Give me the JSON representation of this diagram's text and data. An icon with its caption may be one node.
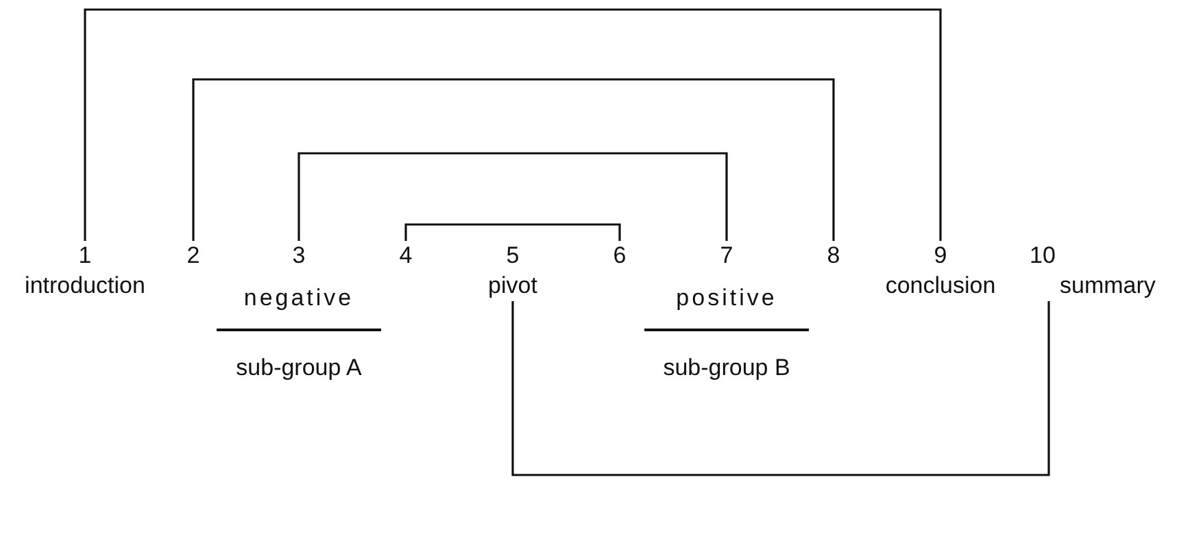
{
  "diagram": {
    "nodes": [
      {
        "text": [
          "1",
          "introduction"
        ]
      },
      {
        "text": [
          "2"
        ]
      },
      {
        "text": [
          "3"
        ]
      },
      {
        "text": [
          "4"
        ]
      },
      {
        "text": [
          "5",
          "pivot"
        ]
      },
      {
        "text": [
          "6"
        ]
      },
      {
        "text": [
          "7"
        ]
      },
      {
        "text": [
          "8"
        ]
      },
      {
        "text": [
          "9",
          "conclusion"
        ]
      },
      {
        "text": [
          "10",
          "summary"
        ]
      }
    ],
    "edges": [
      {
        "from": 0,
        "to": 8,
        "arrow": "none"
      },
      {
        "from": 1,
        "to": 7,
        "arrow": "none"
      },
      {
        "from": 2,
        "to": 6,
        "arrow": "none"
      },
      {
        "from": 3,
        "to": 5,
        "arrow": "none"
      },
      {
        "from": 4,
        "to": 9,
        "arrow": "none"
      }
    ],
    "labels": [
      "negative",
      "sub-group A",
      "positive",
      "sub-group B"
    ]
  }
}
